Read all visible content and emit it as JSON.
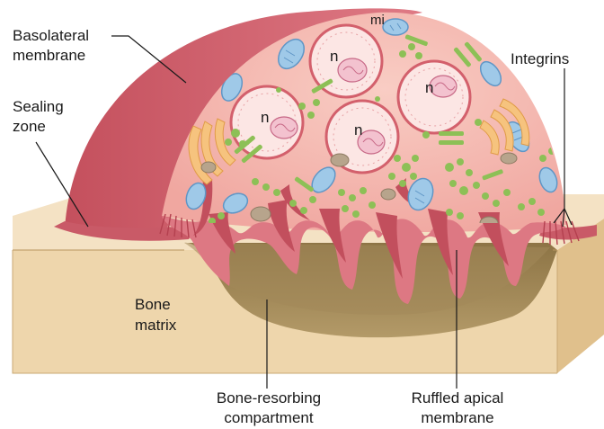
{
  "labels": {
    "basolateral_line1": "Basolateral",
    "basolateral_line2": "membrane",
    "sealing_line1": "Sealing",
    "sealing_line2": "zone",
    "integrins": "Integrins",
    "mitochondrion": "mi",
    "nucleus": "n",
    "bone_matrix_line1": "Bone",
    "bone_matrix_line2": "matrix",
    "resorbing_line1": "Bone-resorbing",
    "resorbing_line2": "compartment",
    "ruffled_line1": "Ruffled apical",
    "ruffled_line2": "membrane"
  },
  "colors": {
    "bone_top": "#f3dfbf",
    "bone_front": "#ecd2a6",
    "bone_side": "#e2c493",
    "pit": "#9e8455",
    "pit_dark": "#7d6537",
    "membrane_dark": "#c95a67",
    "membrane": "#dc7580",
    "cytoplasm": "#f5b9b0",
    "nucleus_fill": "#fce6e4",
    "nucleus_rim": "#d3606c",
    "mito_fill": "#9fc9e8",
    "mito_dark": "#5f96c6",
    "vesicle": "#8dc056",
    "golgi": "#f6c37e",
    "lysosome": "#b7a48c"
  }
}
